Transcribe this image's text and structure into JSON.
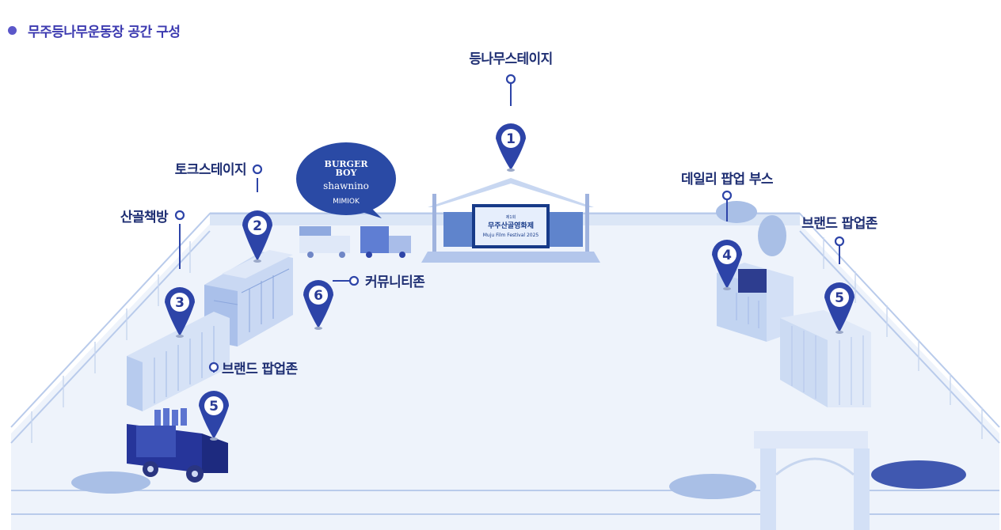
{
  "header": {
    "title": "무주등나무운동장 공간 구성"
  },
  "colors": {
    "pin": "#2d44a8",
    "label": "#1f2f73",
    "title": "#3c3ab0",
    "ground": "#eef3fb",
    "fence": "#b9cbeb"
  },
  "zones": [
    {
      "num": "1",
      "name": "등나무스테이지"
    },
    {
      "num": "2",
      "name": "토크스테이지"
    },
    {
      "num": "3",
      "name": "산골책방"
    },
    {
      "num": "4",
      "name": "데일리 팝업 부스"
    },
    {
      "num": "5",
      "name": "브랜드 팝업존"
    },
    {
      "num": "6",
      "name": "커뮤니티존"
    },
    {
      "num": "5",
      "name": "브랜드 팝업존"
    }
  ],
  "bubble": {
    "line1": "BURGER",
    "line2": "BOY",
    "line3": "shawnino",
    "line4": "MIMIOK"
  },
  "screen": {
    "small": "제1회",
    "main": "무주산골영화제",
    "sub": "Muju Film Festival 2025"
  }
}
